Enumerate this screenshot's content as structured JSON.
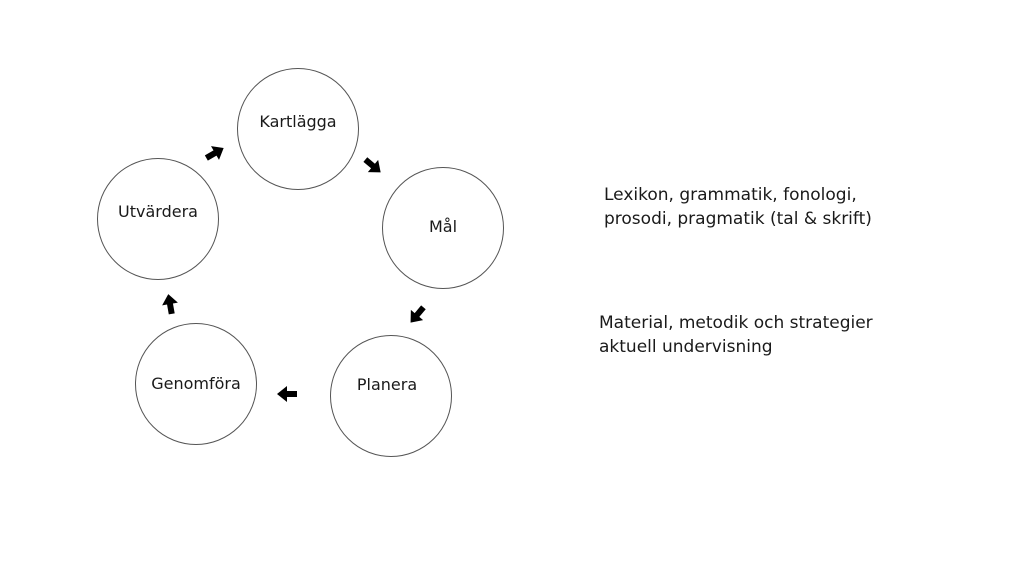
{
  "cycle": {
    "nodes": [
      {
        "id": "kartlagga",
        "label": "Kartlägga"
      },
      {
        "id": "mal",
        "label": "Mål"
      },
      {
        "id": "planera",
        "label": "Planera"
      },
      {
        "id": "genomfora",
        "label": "Genomföra"
      },
      {
        "id": "utvardera",
        "label": "Utvärdera"
      }
    ]
  },
  "notes": {
    "language": {
      "line1": "Lexikon, grammatik, fonologi,",
      "line2": "prosodi, pragmatik (tal & skrift)"
    },
    "teaching": {
      "line1": "Material, metodik och strategier",
      "line2": "aktuell undervisning"
    }
  }
}
